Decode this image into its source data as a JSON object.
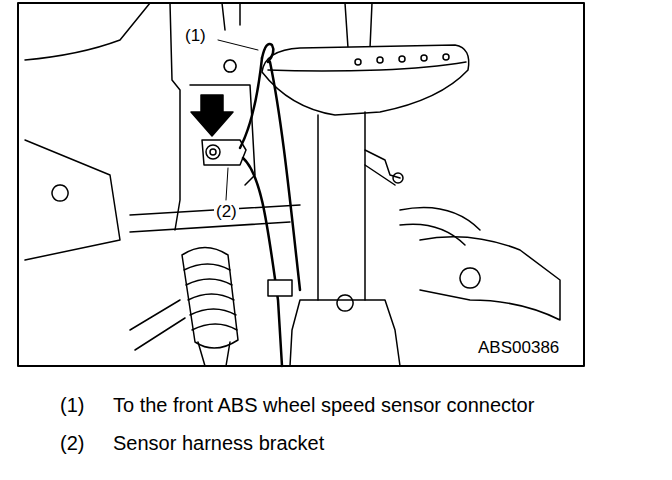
{
  "diagram": {
    "labels": [
      "(1)",
      "(2)",
      "ABS00386",
      "(1)",
      "To the front ABS wheel speed sensor connector",
      "(2)",
      "Sensor harness bracket"
    ]
  }
}
